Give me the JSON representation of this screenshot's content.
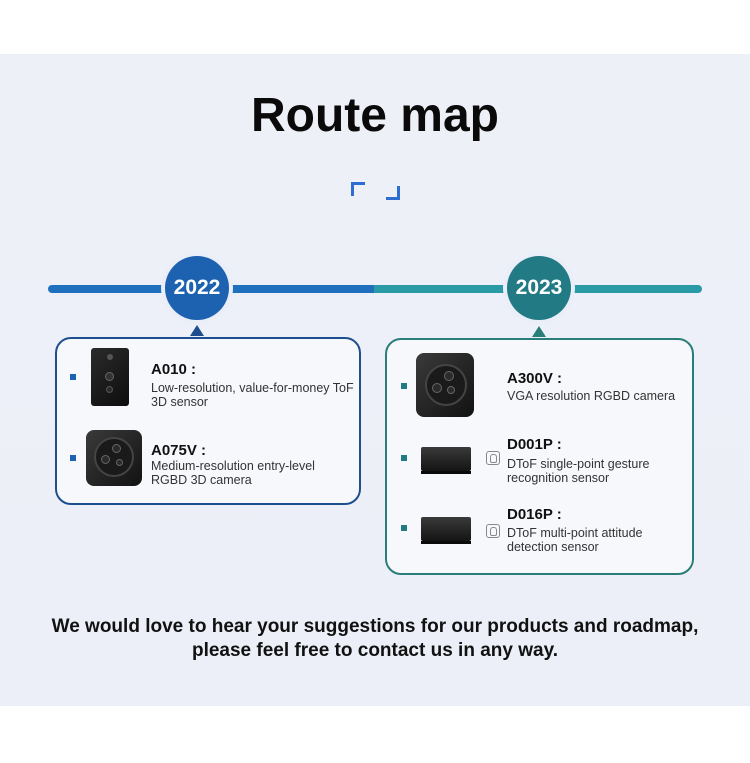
{
  "title": "Route map",
  "timeline": [
    {
      "year": "2022",
      "color": "#1d62b0",
      "products": [
        {
          "name": "A010 :",
          "description": "Low-resolution, value-for-money ToF 3D sensor",
          "icon": "camera-module-icon"
        },
        {
          "name": "A075V :",
          "description": "Medium-resolution entry-level RGBD 3D camera",
          "icon": "cube-camera-icon"
        }
      ]
    },
    {
      "year": "2023",
      "color": "#227a84",
      "products": [
        {
          "name": "A300V :",
          "description": "VGA resolution RGBD camera",
          "icon": "cube-camera-icon"
        },
        {
          "name": "D001P :",
          "description": "DToF single-point gesture recognition sensor",
          "icon": "sensor-chip-icon"
        },
        {
          "name": "D016P :",
          "description": "DToF multi-point attitude detection sensor",
          "icon": "sensor-chip-icon"
        }
      ]
    }
  ],
  "cta": {
    "line1": "We would love to hear your suggestions for our products and roadmap,",
    "line2": "please feel free to contact us in any way."
  }
}
